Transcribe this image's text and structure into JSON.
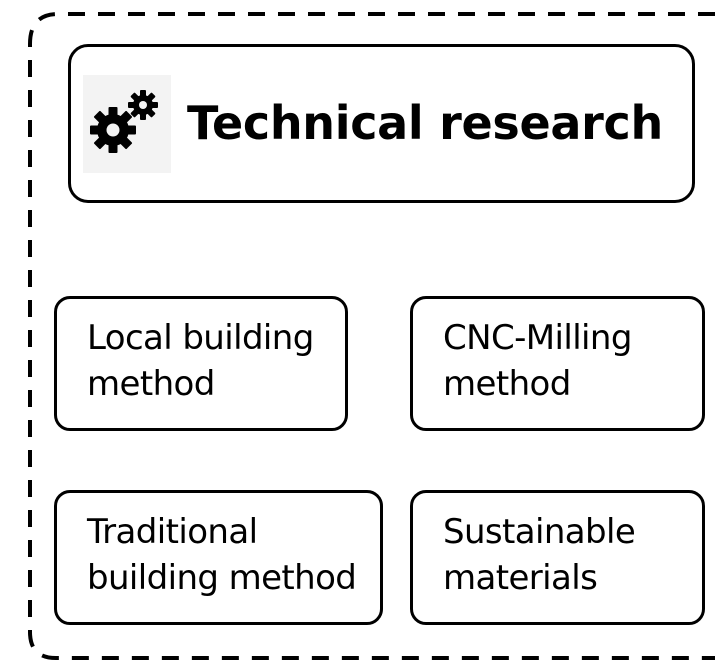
{
  "header": {
    "title": "Technical research",
    "icon": "gears-icon"
  },
  "items": [
    {
      "line1": "Local building",
      "line2": "method"
    },
    {
      "line1": "CNC-Milling",
      "line2": "method"
    },
    {
      "line1": "Traditional",
      "line2": "building method"
    },
    {
      "line1": "Sustainable",
      "line2": "materials"
    }
  ]
}
